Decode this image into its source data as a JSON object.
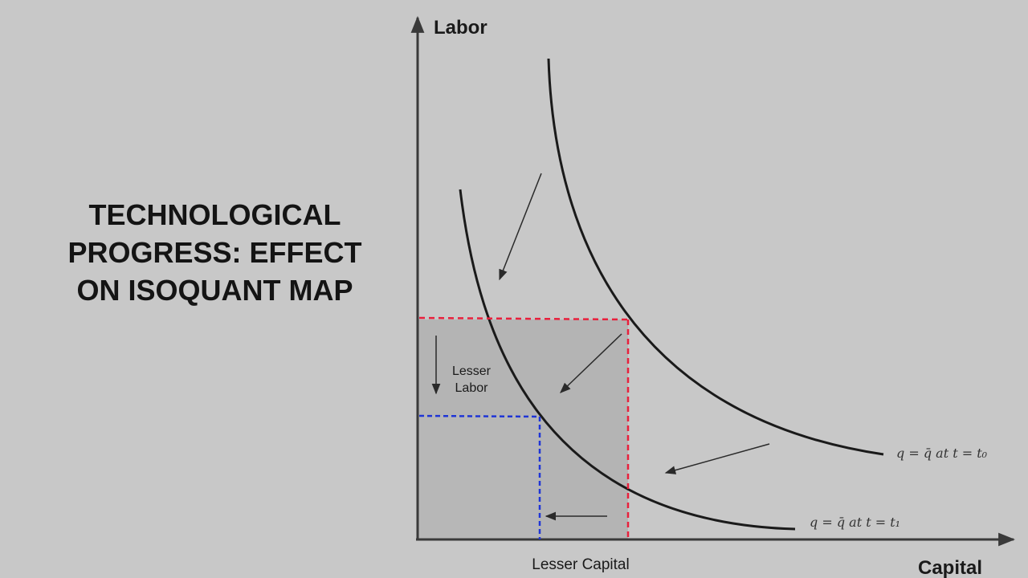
{
  "title": {
    "lines": [
      "TECHNOLOGICAL",
      "PROGRESS: EFFECT",
      "ON ISOQUANT MAP"
    ]
  },
  "axes": {
    "y_label": "Labor",
    "x_label": "Capital"
  },
  "annotations": {
    "lesser_labor_line1": "Lesser",
    "lesser_labor_line2": "Labor",
    "lesser_capital": "Lesser Capital"
  },
  "curves": [
    {
      "id": "t0",
      "label": "q = q̄   at  t = t₀"
    },
    {
      "id": "t1",
      "label": "q = q̄   at  t = t₁"
    }
  ],
  "colors": {
    "background": "#c8c8c8",
    "curve": "#1a1a1a",
    "original_input_lines": "#e8203c",
    "new_input_lines": "#1f35d6",
    "shaded_region": "#b4b4b4",
    "arrow": "#2a2a2a"
  }
}
